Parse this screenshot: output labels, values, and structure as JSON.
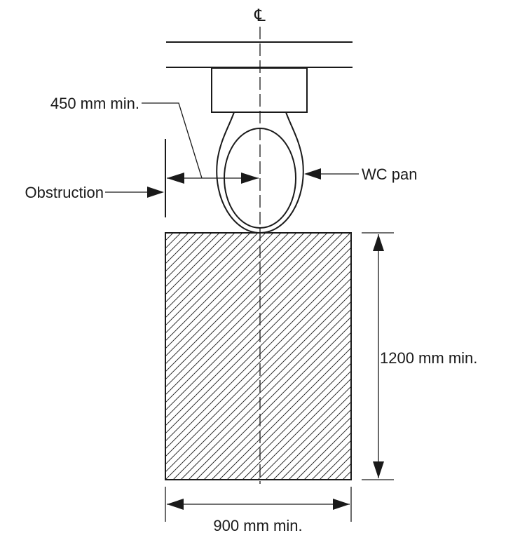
{
  "labels": {
    "centerline": "℄",
    "clearance_from_obstruction": "450 mm min.",
    "obstruction": "Obstruction",
    "wc_pan": "WC pan",
    "zone_length": "1200 mm min.",
    "zone_width": "900 mm min."
  },
  "colors": {
    "line": "#1a1a1a",
    "background": "#ffffff"
  }
}
